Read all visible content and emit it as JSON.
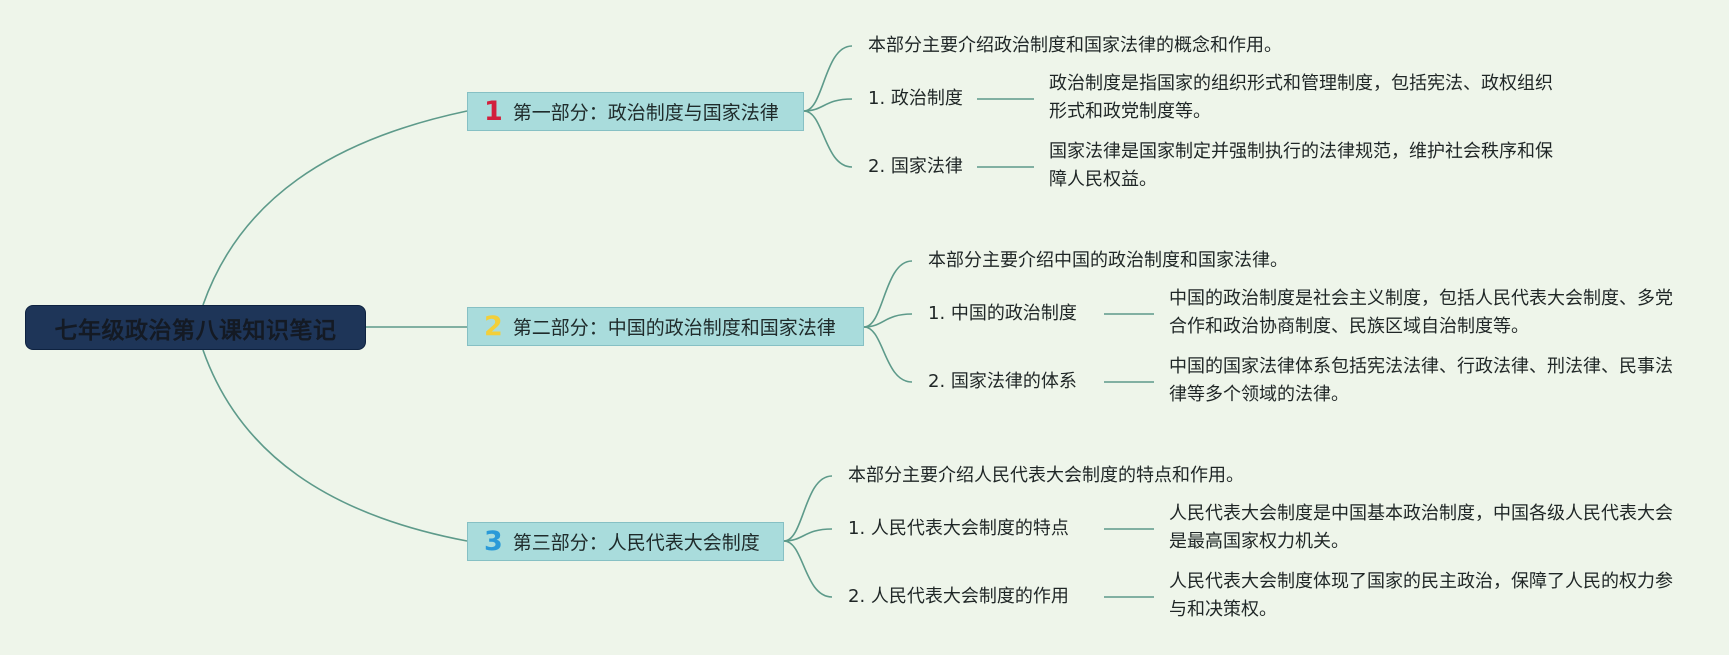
{
  "root": {
    "title": "七年级政治第八课知识笔记"
  },
  "colors": {
    "background": "#eef5ea",
    "root_fill": "#1e3558",
    "branch_fill": "#a9dcdc",
    "connector": "#5d9a8a"
  },
  "sections": [
    {
      "number": "1",
      "number_color": "#d21f3c",
      "title": "第一部分：政治制度与国家法律",
      "intro": "本部分主要介绍政治制度和国家法律的概念和作用。",
      "items": [
        {
          "label": "1. 政治制度",
          "detail": "政治制度是指国家的组织形式和管理制度，包括宪法、政权组织形式和政党制度等。"
        },
        {
          "label": "2. 国家法律",
          "detail": "国家法律是国家制定并强制执行的法律规范，维护社会秩序和保障人民权益。"
        }
      ]
    },
    {
      "number": "2",
      "number_color": "#f2cf3a",
      "title": "第二部分：中国的政治制度和国家法律",
      "intro": "本部分主要介绍中国的政治制度和国家法律。",
      "items": [
        {
          "label": "1. 中国的政治制度",
          "detail": "中国的政治制度是社会主义制度，包括人民代表大会制度、多党合作和政治协商制度、民族区域自治制度等。"
        },
        {
          "label": "2. 国家法律的体系",
          "detail": "中国的国家法律体系包括宪法法律、行政法律、刑法律、民事法律等多个领域的法律。"
        }
      ]
    },
    {
      "number": "3",
      "number_color": "#2a9ad8",
      "title": "第三部分：人民代表大会制度",
      "intro": "本部分主要介绍人民代表大会制度的特点和作用。",
      "items": [
        {
          "label": "1. 人民代表大会制度的特点",
          "detail": "人民代表大会制度是中国基本政治制度，中国各级人民代表大会是最高国家权力机关。"
        },
        {
          "label": "2. 人民代表大会制度的作用",
          "detail": "人民代表大会制度体现了国家的民主政治，保障了人民的权力参与和决策权。"
        }
      ]
    }
  ]
}
